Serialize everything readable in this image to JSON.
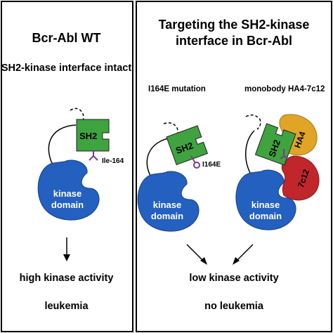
{
  "left_panel": {
    "title": "Bcr-Abl WT",
    "subtitle": "SH2-kinase interface intact",
    "sh2_label": "SH2",
    "residue_label": "Ile-164",
    "kinase_label_line1": "kinase",
    "kinase_label_line2": "domain",
    "outcome": "high kinase activity",
    "disease": "leukemia"
  },
  "right_panel": {
    "title": "Targeting the SH2-kinase interface in Bcr-Abl",
    "mutation_heading": "I164E mutation",
    "monobody_heading": "monobody HA4-7c12",
    "sh2_label": "SH2",
    "residue_label": "I164E",
    "ha4_label": "HA4",
    "c12_label": "7c12",
    "kinase_label_line1": "kinase",
    "kinase_label_line2": "domain",
    "outcome": "low kinase activity",
    "disease": "no leukemia"
  },
  "colors": {
    "sh2": "#3fa33f",
    "kinase": "#2360c0",
    "ha4": "#e0a526",
    "c12": "#c0262c",
    "linker": "#7a3b8f",
    "border": "#000000"
  }
}
